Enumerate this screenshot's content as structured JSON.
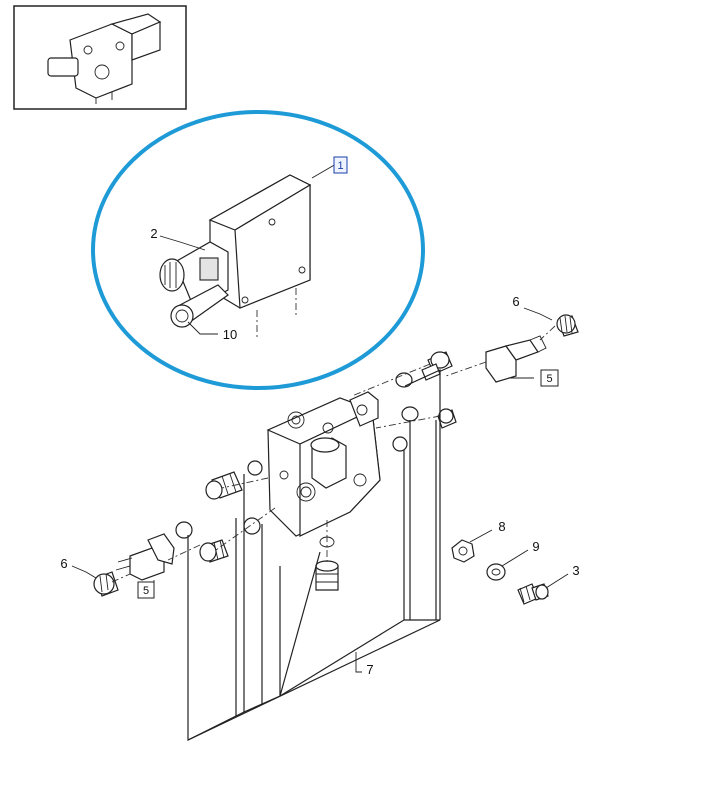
{
  "diagram": {
    "highlight_color": "#1e9bd7",
    "callouts": {
      "assembly_valve": "1",
      "solenoid_coil": "2",
      "bolt": "3",
      "connector_right": "5",
      "connector_left": "5",
      "cap_right": "6",
      "cap_left": "6",
      "seal_kit": "7",
      "nut": "8",
      "washer": "9",
      "solenoid_cartridge": "10"
    }
  }
}
